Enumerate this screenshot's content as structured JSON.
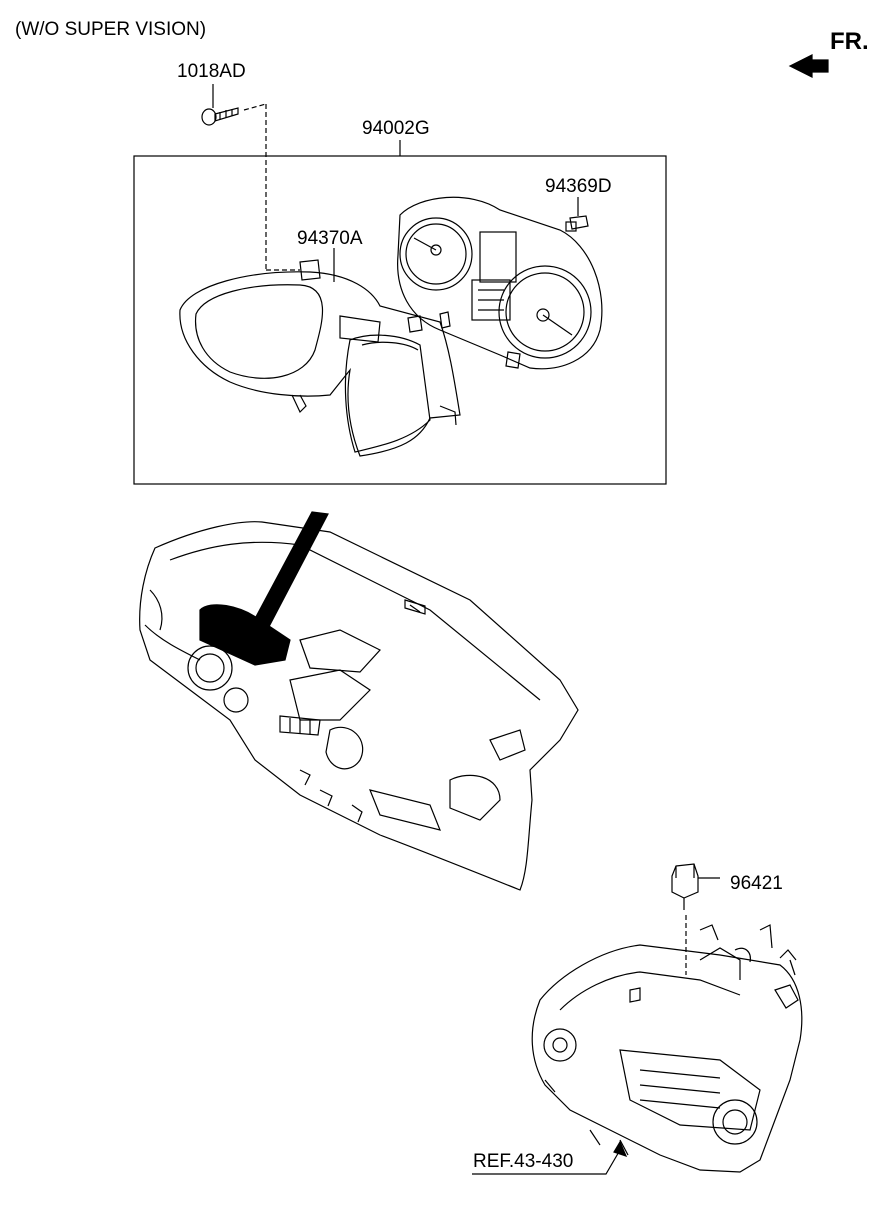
{
  "header": {
    "variant_note": "(W/O SUPER VISION)",
    "direction_label": "FR."
  },
  "parts": {
    "screw": "1018AD",
    "cluster_assembly": "94002G",
    "bulb": "94369D",
    "cluster_housing": "94370A",
    "speed_sensor": "96421",
    "transaxle_ref": "REF.43-430"
  },
  "colors": {
    "line": "#000000",
    "background": "#ffffff"
  },
  "icons": {
    "direction": "arrow-left-icon"
  }
}
